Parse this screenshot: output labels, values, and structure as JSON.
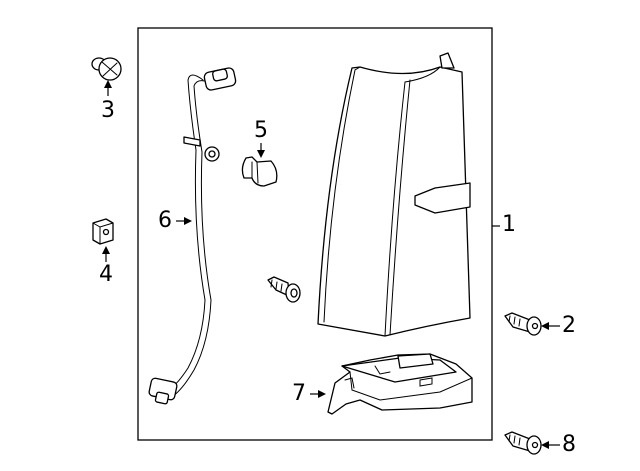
{
  "callouts": {
    "c1": "1",
    "c2": "2",
    "c3": "3",
    "c4": "4",
    "c5": "5",
    "c6": "6",
    "c7": "7",
    "c8": "8"
  },
  "icons": {
    "tail-lamp": "tail-lamp-assembly-icon",
    "screw-2": "screw-icon",
    "push-pin-3": "push-pin-retainer-icon",
    "clip-4": "nut-clip-icon",
    "bulb-5": "bulb-icon",
    "harness-6": "wiring-harness-icon",
    "bracket-7": "mounting-bracket-icon",
    "screw-8": "screw-icon"
  }
}
